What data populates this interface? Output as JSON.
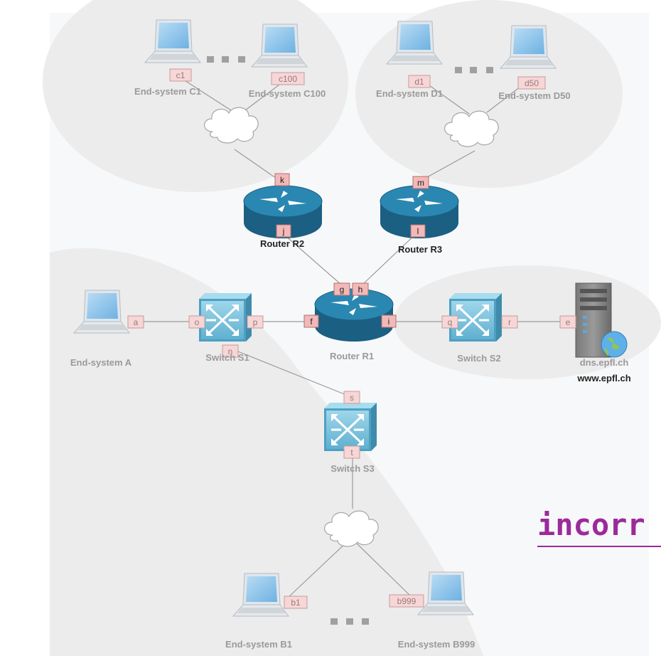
{
  "zones": [
    {
      "name": "zone-c"
    },
    {
      "name": "zone-d"
    },
    {
      "name": "zone-b"
    },
    {
      "name": "zone-server"
    }
  ],
  "nodes": {
    "c1": {
      "label": "End-system C1",
      "port": "c1"
    },
    "c100": {
      "label": "End-system C100",
      "port": "c100"
    },
    "d1": {
      "label": "End-system D1",
      "port": "d1"
    },
    "d50": {
      "label": "End-system D50",
      "port": "d50"
    },
    "a": {
      "label": "End-system A",
      "port": "a"
    },
    "b1": {
      "label": "End-system B1",
      "port": "b1"
    },
    "b999": {
      "label": "End-system B999",
      "port": "b999"
    },
    "r1": {
      "label": "Router R1",
      "ports": [
        "g",
        "h",
        "f",
        "i"
      ]
    },
    "r2": {
      "label": "Router R2",
      "ports": [
        "k",
        "j"
      ]
    },
    "r3": {
      "label": "Router R3",
      "ports": [
        "m",
        "l"
      ]
    },
    "s1": {
      "label": "Switch S1",
      "ports": [
        "o",
        "p",
        "n"
      ]
    },
    "s2": {
      "label": "Switch S2",
      "ports": [
        "q",
        "r"
      ]
    },
    "s3": {
      "label": "Switch S3",
      "ports": [
        "s",
        "t"
      ]
    },
    "server": {
      "port": "e",
      "line1": "dns.epfl.ch",
      "line2": "www.epfl.ch"
    }
  },
  "ellipsis": "■ ■ ■",
  "stamp": "incorr",
  "colors": {
    "router": "#1f6f93",
    "router_top": "#2b8bb5",
    "switch": "#7fc4dc",
    "laptop": "#8ec6ec",
    "zone": "#ececec",
    "stamp": "#9b2a9b"
  }
}
